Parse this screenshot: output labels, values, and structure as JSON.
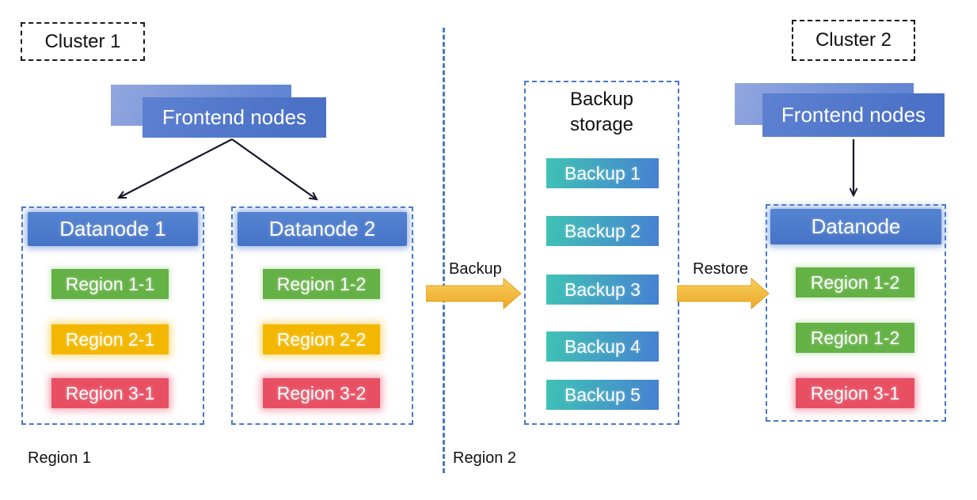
{
  "cluster1": {
    "label": "Cluster 1",
    "frontend_label": "Frontend nodes",
    "datanode1": {
      "title": "Datanode 1",
      "regions": [
        "Region 1-1",
        "Region 2-1",
        "Region 3-1"
      ]
    },
    "datanode2": {
      "title": "Datanode 2",
      "regions": [
        "Region 1-2",
        "Region 2-2",
        "Region 3-2"
      ]
    }
  },
  "cluster2": {
    "label": "Cluster 2",
    "frontend_label": "Frontend nodes",
    "datanode": {
      "title": "Datanode",
      "regions": [
        "Region 1-2",
        "Region 1-2",
        "Region 3-1"
      ]
    }
  },
  "backup_storage": {
    "title": "Backup storage",
    "items": [
      "Backup 1",
      "Backup 2",
      "Backup 3",
      "Backup 4",
      "Backup 5"
    ]
  },
  "flows": {
    "backup_label": "Backup",
    "restore_label": "Restore"
  },
  "zones": {
    "region1": "Region 1",
    "region2": "Region 2"
  },
  "colors": {
    "node_header_blue": "#4a78ca",
    "panel_border_blue": "#4878c8",
    "region_green": "#64b145",
    "region_yellow": "#f3b700",
    "region_red": "#e84f63",
    "backup_gradient_start": "#3fc3b4",
    "backup_gradient_end": "#4680d2",
    "flow_arrow_gold": "#f3b73c"
  }
}
